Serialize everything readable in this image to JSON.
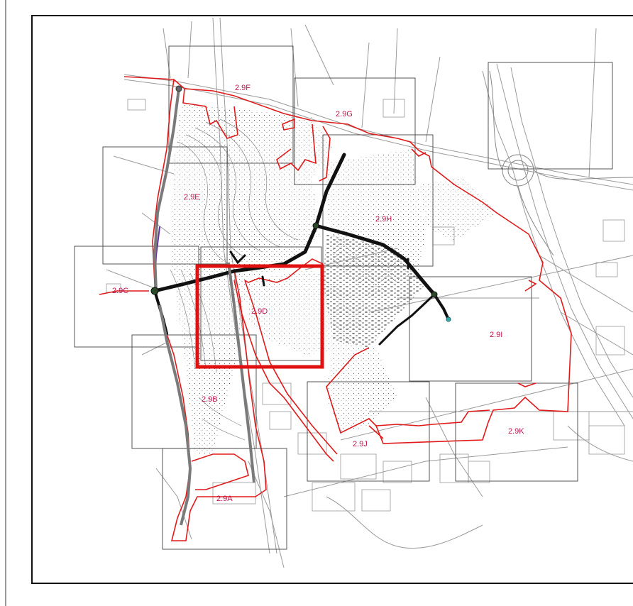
{
  "map": {
    "sheets": [
      {
        "id": "2.9A",
        "label": "2.9A"
      },
      {
        "id": "2.9B",
        "label": "2.9B"
      },
      {
        "id": "2.9C",
        "label": "2.9C"
      },
      {
        "id": "2.9D",
        "label": "2.9D"
      },
      {
        "id": "2.9E",
        "label": "2.9E"
      },
      {
        "id": "2.9F",
        "label": "2.9F"
      },
      {
        "id": "2.9G",
        "label": "2.9G"
      },
      {
        "id": "2.9H",
        "label": "2.9H"
      },
      {
        "id": "2.9I",
        "label": "2.9I"
      },
      {
        "id": "2.9J",
        "label": "2.9J"
      },
      {
        "id": "2.9K",
        "label": "2.9K"
      }
    ],
    "colors": {
      "boundary": "#e01a1a",
      "highlight": "#e01010",
      "road": "#111111",
      "basemap": "#9a9a9a",
      "sheet_grid": "#444444",
      "label": "#c0144c"
    },
    "highlighted_sheet": "2.9D"
  }
}
